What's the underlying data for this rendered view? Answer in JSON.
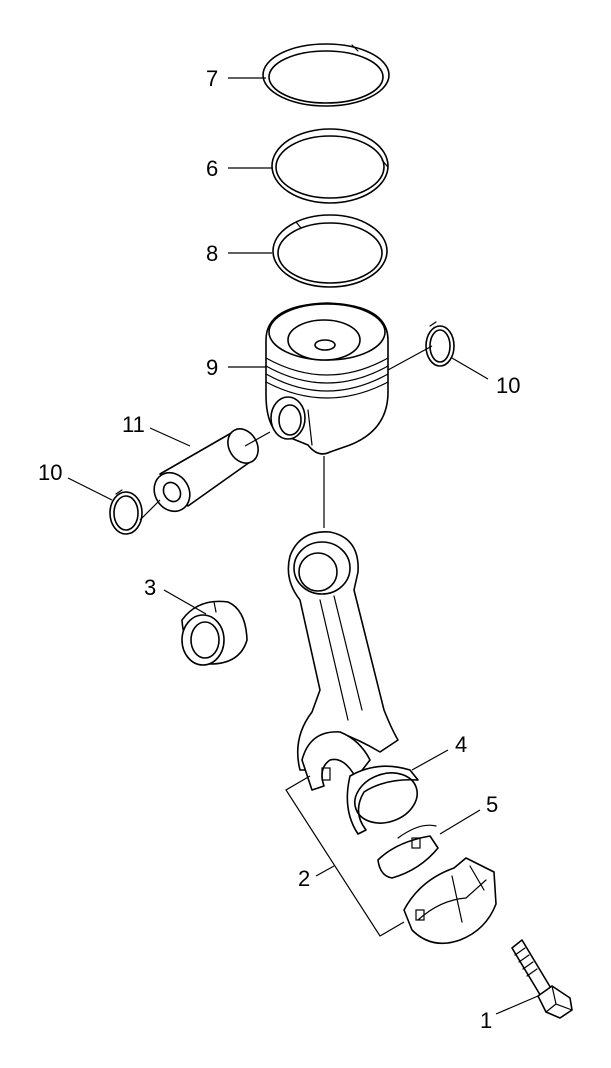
{
  "diagram": {
    "callouts": [
      {
        "id": "7",
        "label": "7"
      },
      {
        "id": "6",
        "label": "6"
      },
      {
        "id": "8",
        "label": "8"
      },
      {
        "id": "9",
        "label": "9"
      },
      {
        "id": "10a",
        "label": "10"
      },
      {
        "id": "11",
        "label": "11"
      },
      {
        "id": "10b",
        "label": "10"
      },
      {
        "id": "3",
        "label": "3"
      },
      {
        "id": "4",
        "label": "4"
      },
      {
        "id": "5",
        "label": "5"
      },
      {
        "id": "2",
        "label": "2"
      },
      {
        "id": "1",
        "label": "1"
      }
    ]
  },
  "colors": {
    "line": "#000000",
    "background": "#ffffff"
  }
}
